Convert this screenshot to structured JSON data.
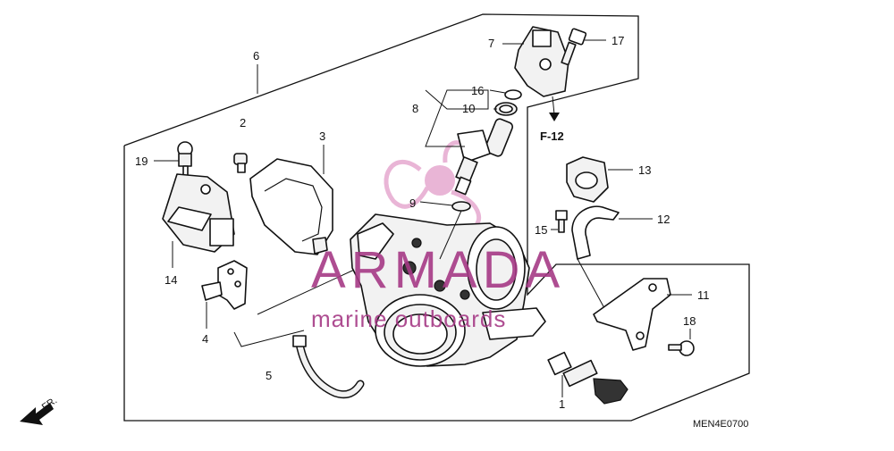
{
  "callouts": [
    {
      "id": "c1",
      "text": "1"
    },
    {
      "id": "c2",
      "text": "2"
    },
    {
      "id": "c3",
      "text": "3"
    },
    {
      "id": "c4",
      "text": "4"
    },
    {
      "id": "c5",
      "text": "5"
    },
    {
      "id": "c6",
      "text": "6"
    },
    {
      "id": "c7",
      "text": "7"
    },
    {
      "id": "c8",
      "text": "8"
    },
    {
      "id": "c9",
      "text": "9"
    },
    {
      "id": "c10",
      "text": "10"
    },
    {
      "id": "c11",
      "text": "11"
    },
    {
      "id": "c12",
      "text": "12"
    },
    {
      "id": "c13",
      "text": "13"
    },
    {
      "id": "c14",
      "text": "14"
    },
    {
      "id": "c15",
      "text": "15"
    },
    {
      "id": "c16",
      "text": "16"
    },
    {
      "id": "c17",
      "text": "17"
    },
    {
      "id": "c18",
      "text": "18"
    },
    {
      "id": "c19",
      "text": "19"
    }
  ],
  "reference": "F-12",
  "direction_label": "FR.",
  "diagram_code": "MEN4E0700",
  "watermark": {
    "brand": "ARMADA",
    "tagline": "marine outboards",
    "color": "#a63a86",
    "logo_color": "#e6a9cf"
  }
}
